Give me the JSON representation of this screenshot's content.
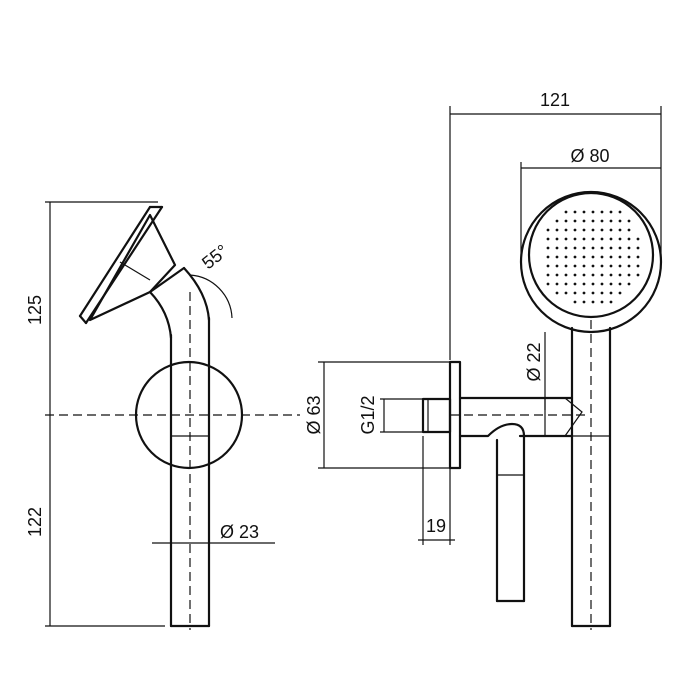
{
  "drawing": {
    "side_view": {
      "dim_handshower_height": "125",
      "dim_outlet_height": "122",
      "dim_pipe_diameter": "Ø 23",
      "dim_tilt_angle": "55°"
    },
    "front_view": {
      "dim_total_width": "121",
      "dim_head_diameter": "Ø 80",
      "dim_handle_diameter": "Ø 22",
      "dim_flange_diameter": "Ø 63",
      "dim_thread": "G1/2",
      "dim_projection": "19"
    }
  }
}
